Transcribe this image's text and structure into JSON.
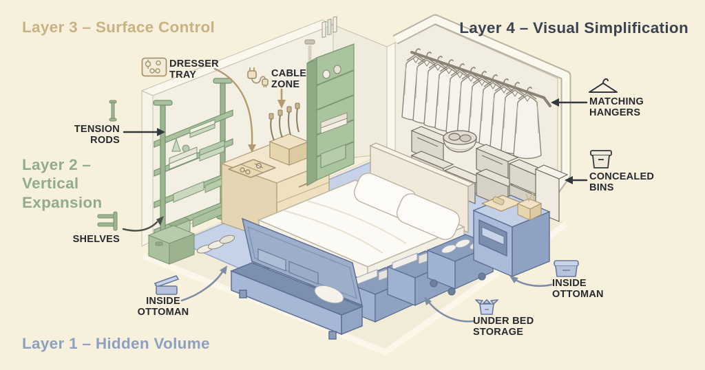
{
  "layers": {
    "layer1": {
      "label": "Layer 1 – Hidden Volume",
      "color": "#8CA0BF"
    },
    "layer2": {
      "label": "Layer 2 –\nVertical\nExpansion",
      "color": "#90AC8C"
    },
    "layer3": {
      "label": "Layer 3 – Surface Control",
      "color": "#C8B183"
    },
    "layer4": {
      "label": "Layer 4 – Visual Simplification",
      "color": "#3C4350"
    }
  },
  "callouts": {
    "tension_rods": {
      "label": "TENSION\nRODS",
      "icon": "tension-rod-icon"
    },
    "shelves": {
      "label": "SHELVES",
      "icon": "shelf-icon"
    },
    "dresser_tray": {
      "label": "DRESSER\nTRAY",
      "icon": "dresser-tray-icon"
    },
    "cable_zone": {
      "label": "CABLE\nZONE",
      "icon": "cable-plug-icon"
    },
    "matching_hangers": {
      "label": "MATCHING\nHANGERS",
      "icon": "hanger-icon"
    },
    "concealed_bins": {
      "label": "CONCEALED\nBINS",
      "icon": "concealed-bin-icon"
    },
    "inside_ottoman_left": {
      "label": "INSIDE\nOTTOMAN",
      "icon": "open-ottoman-icon"
    },
    "under_bed_storage": {
      "label": "UNDER BED\nSTORAGE",
      "icon": "open-box-icon"
    },
    "inside_ottoman_right": {
      "label": "INSIDE\nOTTOMAN",
      "icon": "closed-ottoman-icon"
    }
  },
  "palette": {
    "background": "#F7F0DC",
    "hidden_volume_blue": "#A9BBD8",
    "blue_outline": "#5C6F92",
    "vertical_green": "#A9C19E",
    "green_outline": "#77906F",
    "surface_tan": "#EFE0C0",
    "tan_outline": "#B09C78",
    "wall_cream": "#F3EFE3",
    "bin_gray": "#DDD8CD",
    "dark_ink": "#34383E",
    "rug_blue": "#C6D2E7",
    "arrow_tan": "#B49A70",
    "arrow_blue": "#7E8CA6"
  }
}
